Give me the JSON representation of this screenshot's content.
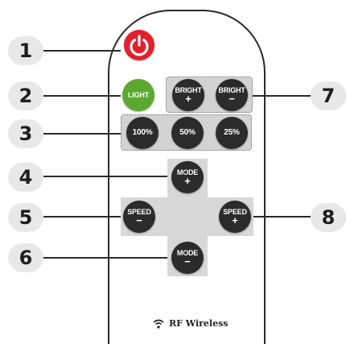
{
  "callouts": [
    "1",
    "2",
    "3",
    "4",
    "5",
    "6",
    "7",
    "8"
  ],
  "buttons": {
    "light": "LIGHT",
    "bright": "BRIGHT",
    "percent": [
      "100%",
      "50%",
      "25%"
    ],
    "mode": "MODE",
    "speed": "SPEED",
    "plus": "+",
    "minus": "−"
  },
  "brand": "RF Wireless",
  "colors": {
    "power": "#e3202a",
    "light": "#5ba82f",
    "button": "#2b2b2b",
    "panel": "#d3d3d3"
  }
}
